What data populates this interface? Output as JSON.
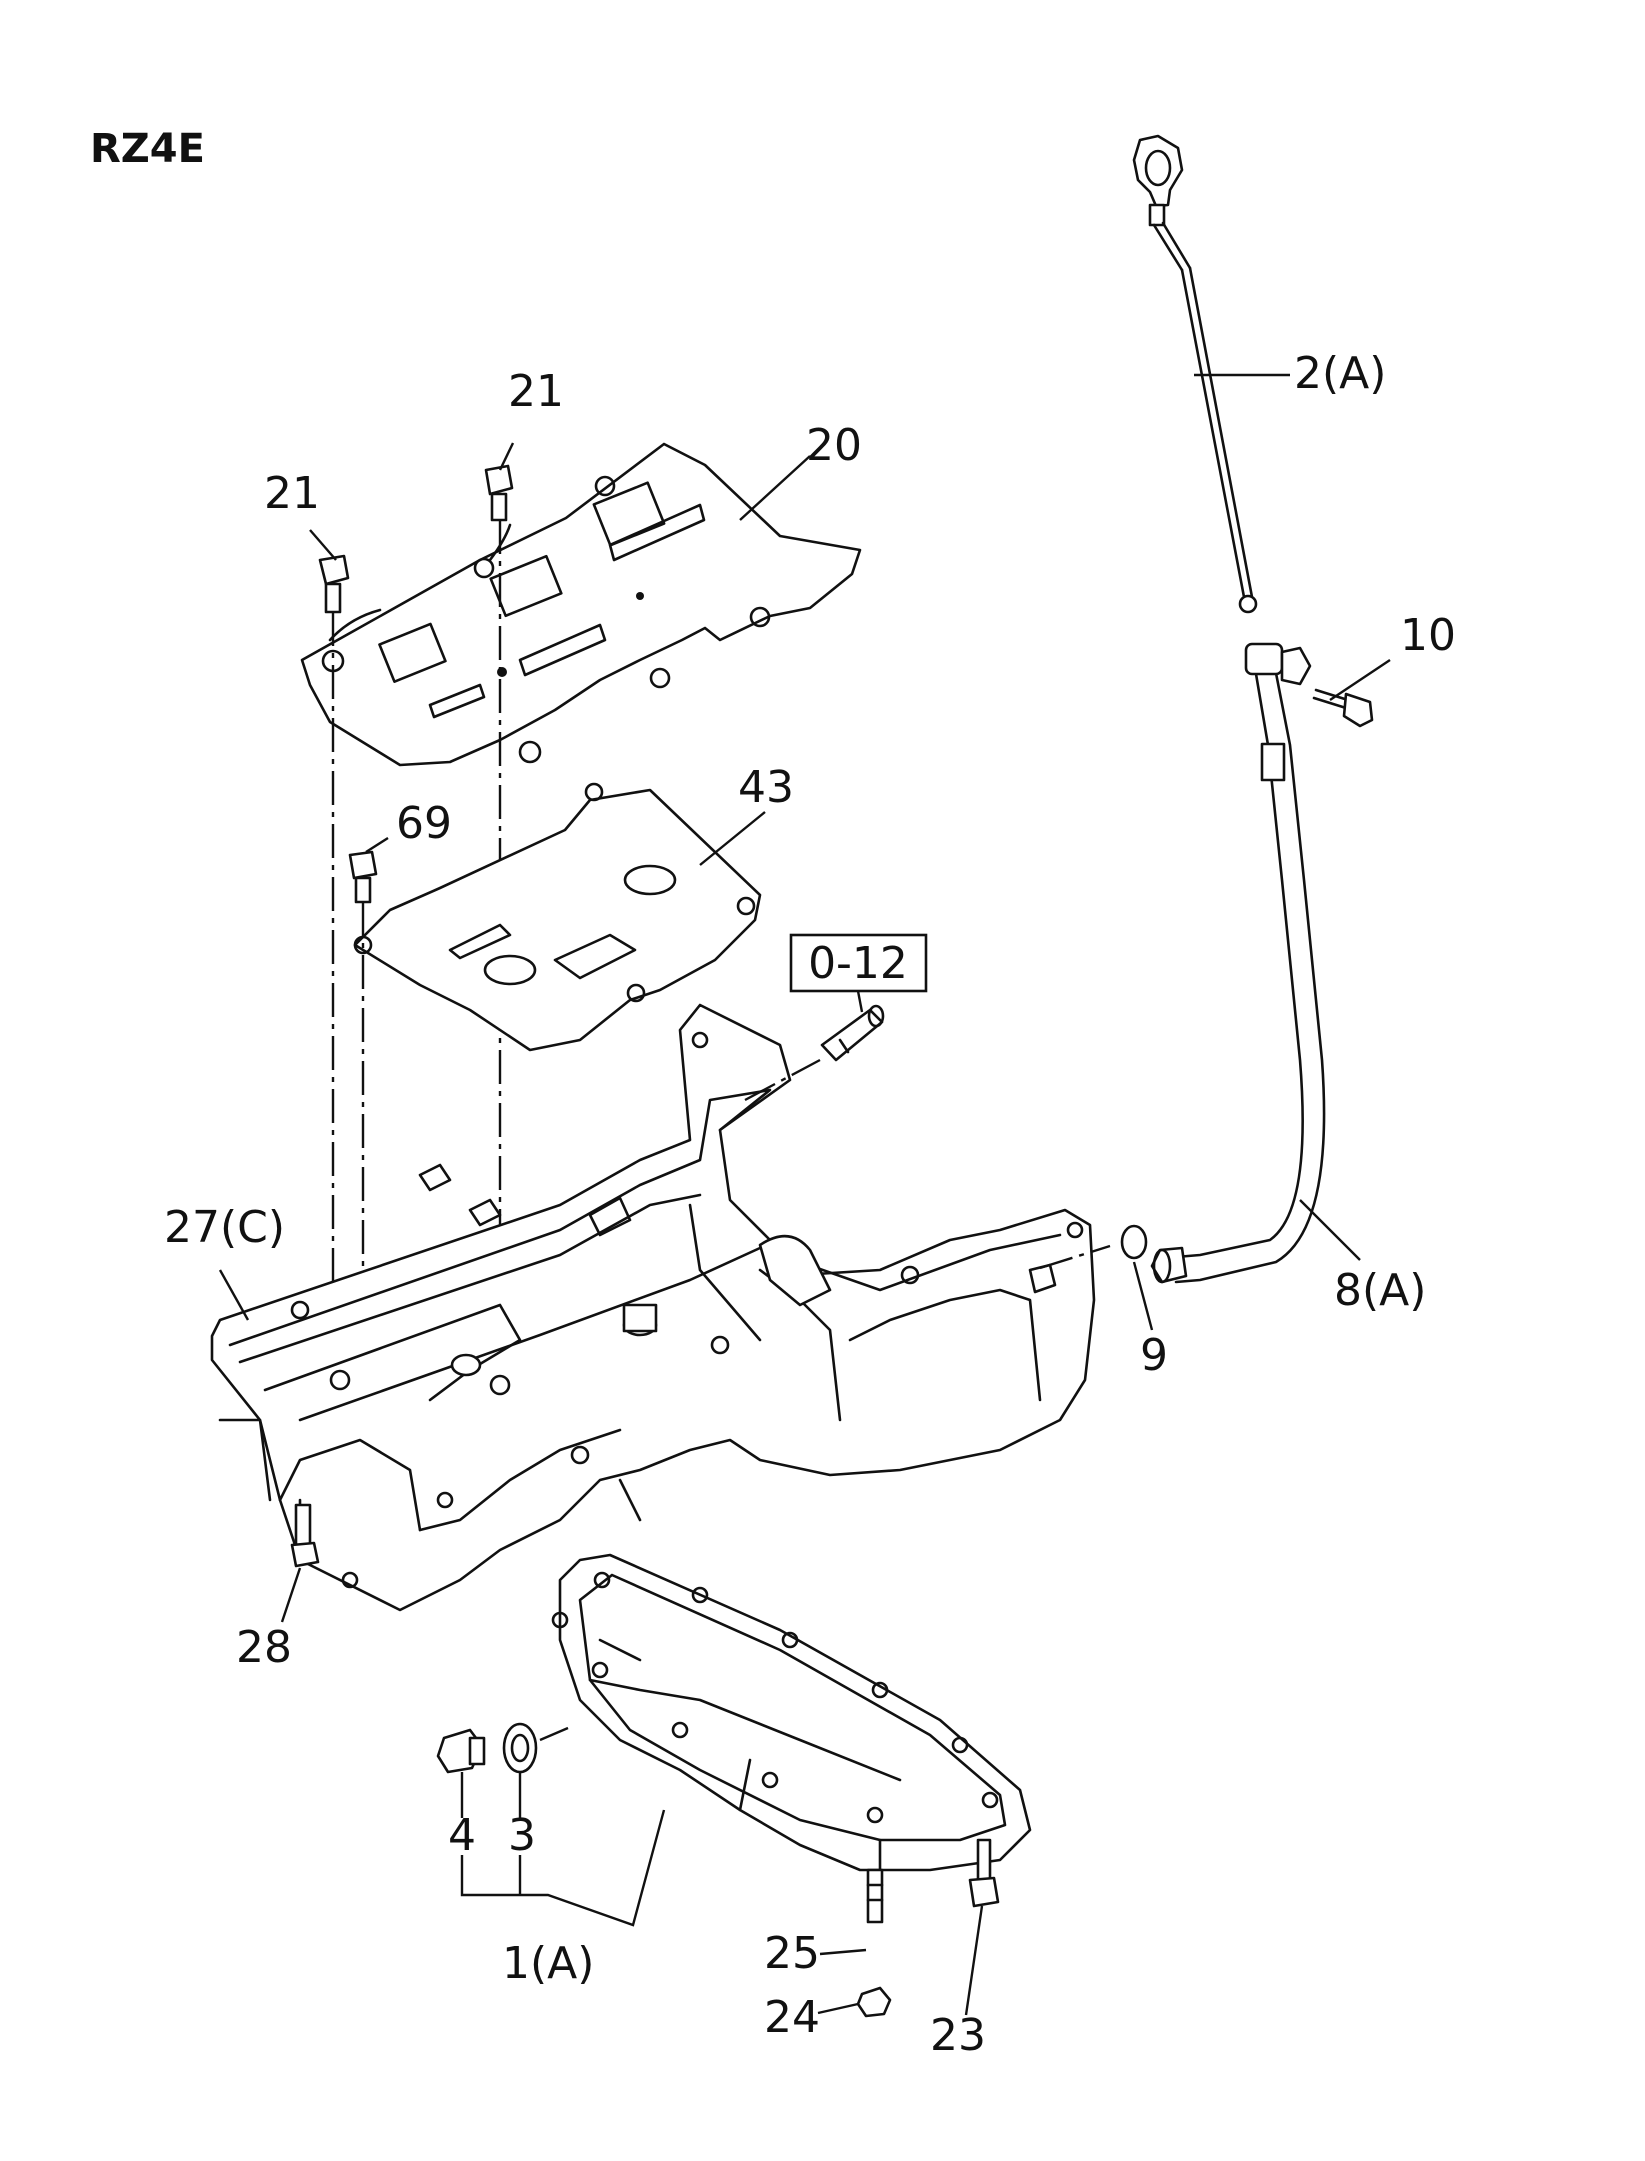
{
  "model_code": "RZ4E",
  "reference_box": "0-12",
  "callouts": {
    "c2": "2(A)",
    "c10": "10",
    "c20": "20",
    "c21a": "21",
    "c21b": "21",
    "c43": "43",
    "c69": "69",
    "c27": "27(C)",
    "c8": "8(A)",
    "c9": "9",
    "c28": "28",
    "c4": "4",
    "c3": "3",
    "c1": "1(A)",
    "c25": "25",
    "c24": "24",
    "c23": "23"
  }
}
